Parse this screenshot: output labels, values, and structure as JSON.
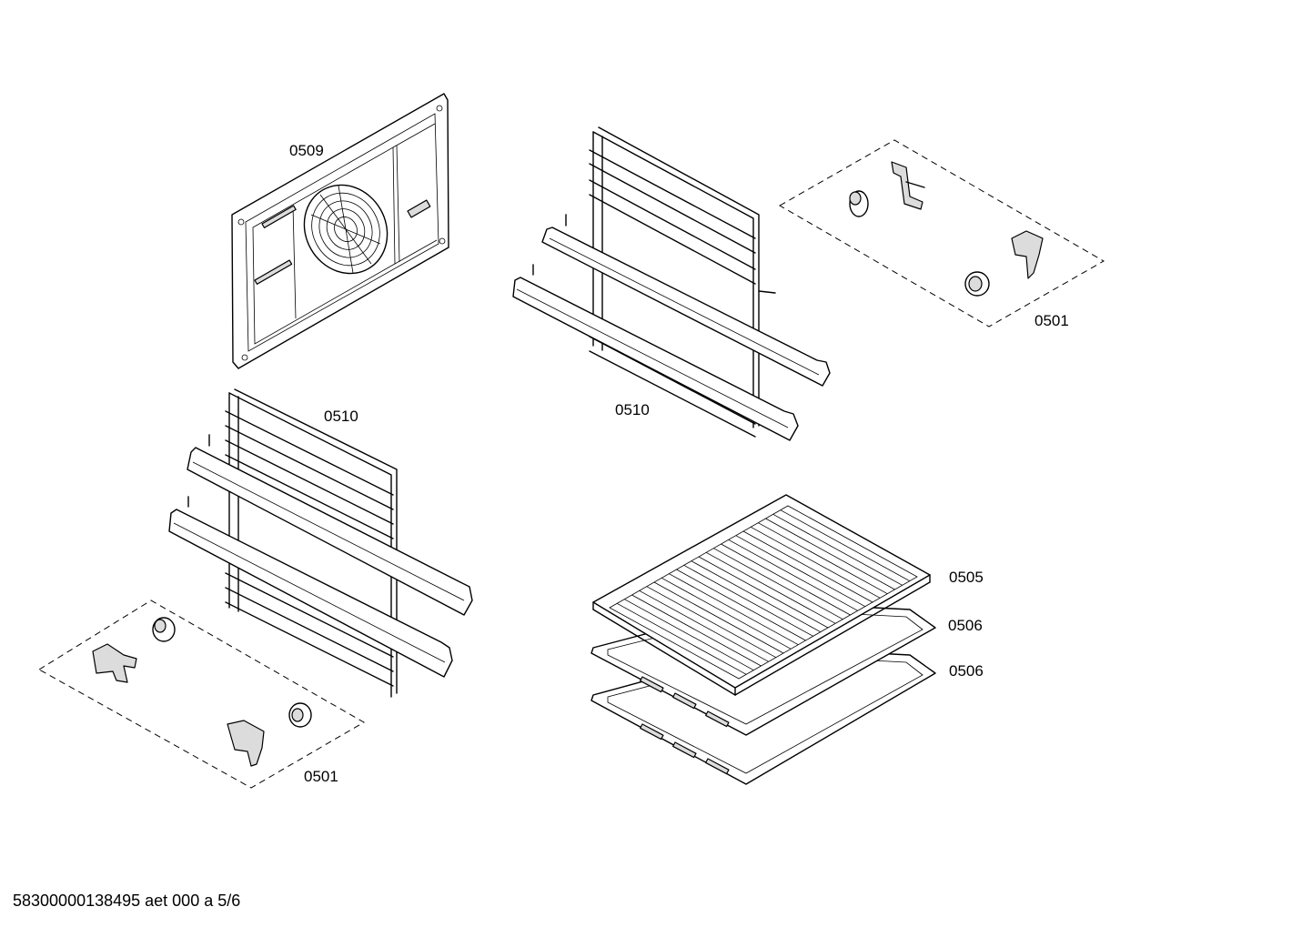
{
  "labels": {
    "back_panel": "0509",
    "rack_top": "0510",
    "rack_left": "0510",
    "clips_top": "0501",
    "clips_bottom": "0501",
    "grid_shelf": "0505",
    "tray_upper": "0506",
    "tray_lower": "0506"
  },
  "footer": "58300000138495 aet 000 a 5/6"
}
